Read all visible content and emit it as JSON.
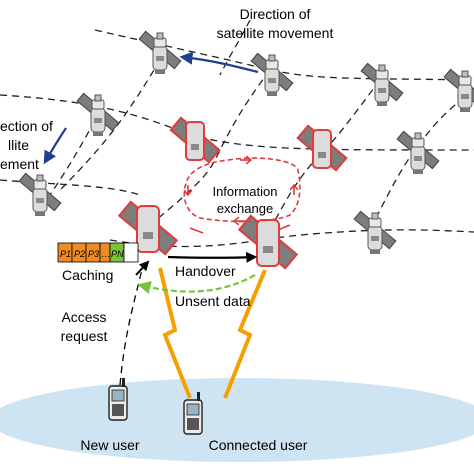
{
  "labels": {
    "direction_top_line1": "Direction of",
    "direction_top_line2": "satellite movement",
    "direction_left_line1": "ection of",
    "direction_left_line2": "llite",
    "direction_left_line3": "ement",
    "information_line1": "Information",
    "information_line2": "exchange",
    "caching": "Caching",
    "handover": "Handover",
    "unsent_data": "Unsent data",
    "access_line1": "Access",
    "access_line2": "request",
    "new_user": "New user",
    "connected_user": "Connected user"
  },
  "cache_cells": [
    "P1",
    "P2",
    "P3",
    "…",
    "PN",
    ""
  ],
  "colors": {
    "highlight": "#e03c3c",
    "panel": "#7d7d7d",
    "movement_arrow": "#1f3f8f",
    "handover_arrow": "#000000",
    "unsent_arrow": "#79c23a",
    "lightning": "#f5a000",
    "ground": "#cfe4f2",
    "cache_fill": "#f08a24"
  },
  "icons": [
    "satellite-icon",
    "mobile-phone-icon",
    "lightning-link-icon"
  ]
}
